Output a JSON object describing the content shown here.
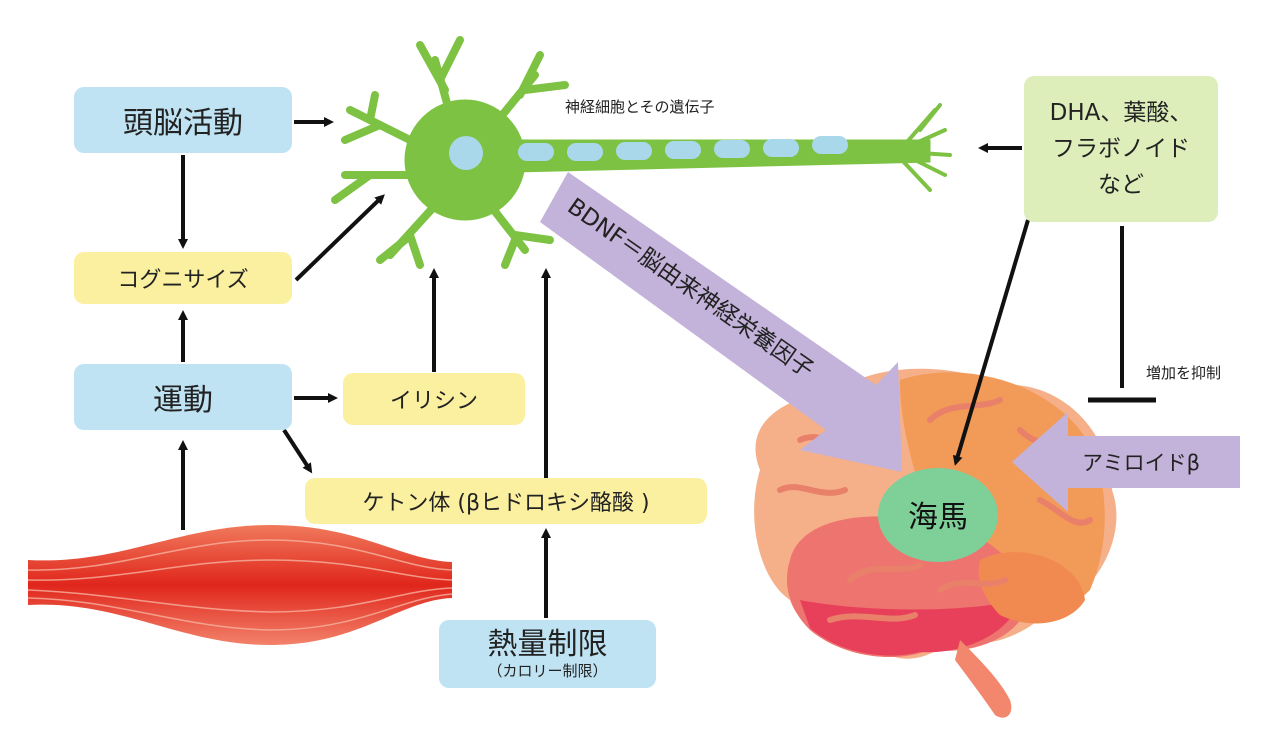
{
  "nodes": {
    "brain_activity": "頭脳活動",
    "cognicise": "コグニサイズ",
    "exercise": "運動",
    "irisin": "イリシン",
    "ketone": "ケトン体 (βヒドロキシ酪酸 )",
    "calorie_main": "熱量制限",
    "calorie_sub": "（カロリー制限）",
    "nutrients": [
      "DHA、葉酸、",
      "フラボノイド",
      "など"
    ],
    "neuron_label": "神経細胞とその遺伝子",
    "bdnf": "BDNF＝脳由来神経栄養因子",
    "amyloid": "アミロイドβ",
    "suppress": "増加を抑制",
    "hippocampus": "海馬"
  },
  "colors": {
    "box_blue": "#bfe3f2",
    "box_yellow": "#fbf0a0",
    "box_green": "#ddeebb",
    "neuron": "#7dc242",
    "purple_arrow": "#c3b2d9",
    "hippocampus": "#7fcf99",
    "muscle": "#e2362a"
  }
}
